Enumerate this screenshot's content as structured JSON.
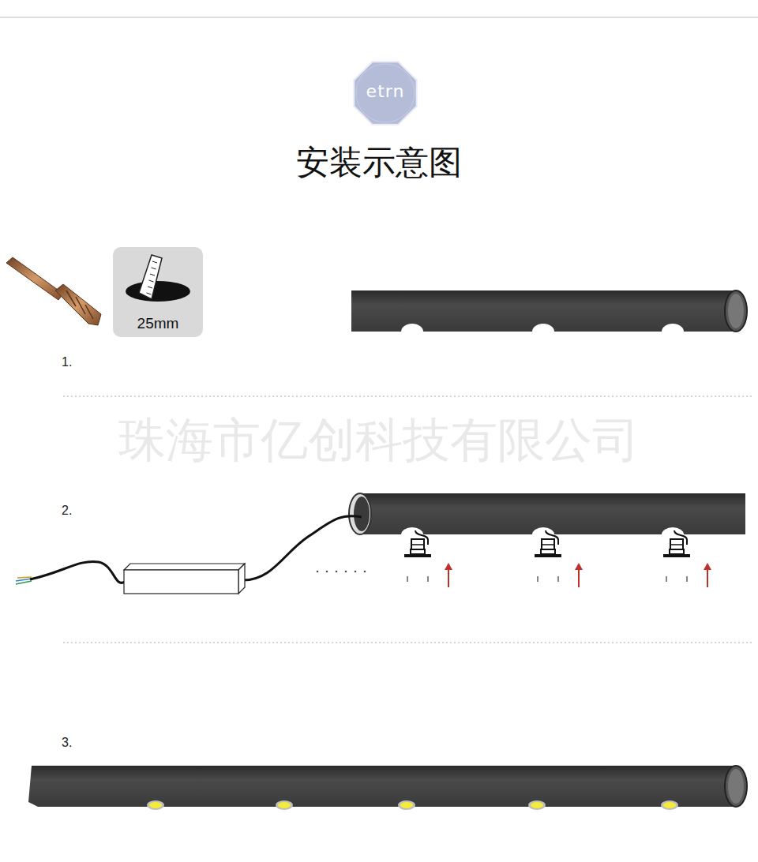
{
  "diagram": {
    "title": "安装示意图",
    "nodes": [
      {
        "text": [
          "etrn"
        ]
      },
      {
        "text": [
          "25mm"
        ]
      }
    ],
    "labels": [
      "1.",
      "珠海市亿创科技有限公司",
      "2.",
      "3."
    ]
  }
}
